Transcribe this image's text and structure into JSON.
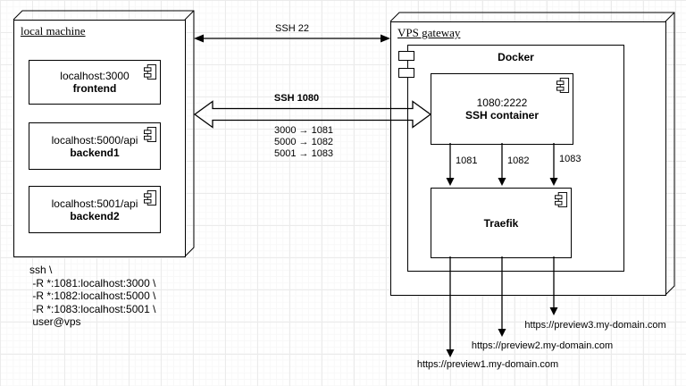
{
  "local_machine": {
    "title": "local machine",
    "components": [
      {
        "address": "localhost:3000",
        "name": "frontend"
      },
      {
        "address": "localhost:5000/api",
        "name": "backend1"
      },
      {
        "address": "localhost:5001/api",
        "name": "backend2"
      }
    ]
  },
  "vps_gateway": {
    "title": "VPS gateway",
    "docker": {
      "title": "Docker",
      "ssh_container": {
        "address": "1080:2222",
        "name": "SSH container"
      },
      "traefik": {
        "name": "Traefik"
      }
    }
  },
  "connections": {
    "ssh_22_label": "SSH 22",
    "ssh_1080_label": "SSH 1080",
    "port_mappings": [
      "3000 → 1081",
      "5000 → 1082",
      "5001 → 1083"
    ],
    "tunnel_port_labels": [
      "1081",
      "1082",
      "1083"
    ]
  },
  "ssh_command": "ssh \\\n -R *:1081:localhost:3000 \\\n -R *:1082:localhost:5000 \\\n -R *:1083:localhost:5001 \\\n user@vps",
  "urls": [
    "https://preview1.my-domain.com",
    "https://preview2.my-domain.com",
    "https://preview3.my-domain.com"
  ],
  "colors": {
    "stroke": "#000000",
    "fill": "#ffffff",
    "grid_major": "#ebebeb",
    "grid_minor": "#f8f8f8"
  }
}
